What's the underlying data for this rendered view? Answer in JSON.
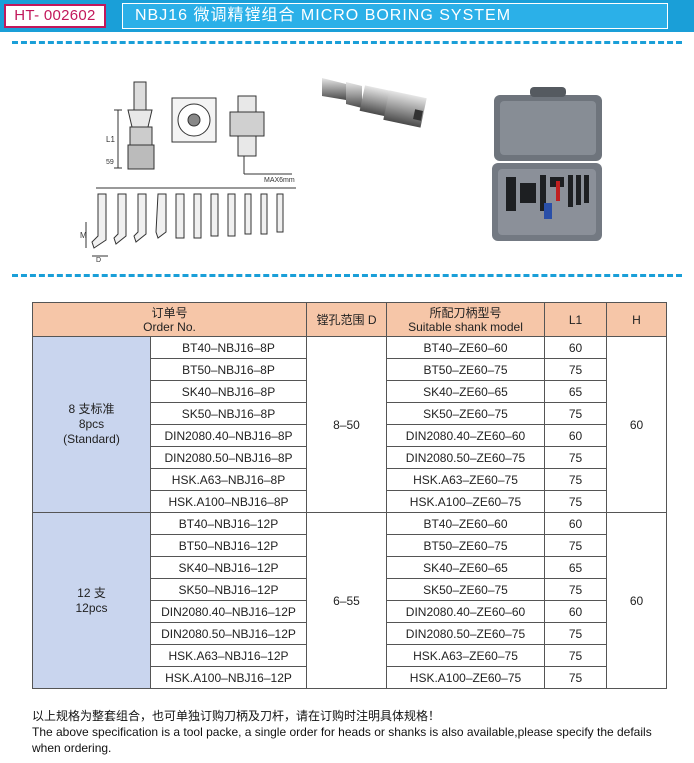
{
  "header": {
    "code": "HT- 002602",
    "title": "NBJ16 微调精镗组合  MICRO BORING SYSTEM"
  },
  "colors": {
    "accent": "#1a9fd8",
    "header_fill": "#f6c6a8",
    "group_fill": "#c9d5ee",
    "badge": "#c2185b"
  },
  "drawing": {
    "label_l1": "L1",
    "label_59": "59",
    "label_max": "MAX6mm",
    "label_m": "M",
    "label_d": "D"
  },
  "table": {
    "headers": {
      "order_cn": "订单号",
      "order_en": "Order No.",
      "range": "镗孔范围 D",
      "shank_cn": "所配刀柄型号",
      "shank_en": "Suitable shank model",
      "l1": "L1",
      "h": "H"
    },
    "groups": [
      {
        "label_cn": "8 支标准",
        "label_en1": "8pcs",
        "label_en2": "(Standard)",
        "range": "8–50",
        "h": "60",
        "rows": [
          {
            "order": "BT40–NBJ16–8P",
            "shank": "BT40–ZE60–60",
            "l1": "60"
          },
          {
            "order": "BT50–NBJ16–8P",
            "shank": "BT50–ZE60–75",
            "l1": "75"
          },
          {
            "order": "SK40–NBJ16–8P",
            "shank": "SK40–ZE60–65",
            "l1": "65"
          },
          {
            "order": "SK50–NBJ16–8P",
            "shank": "SK50–ZE60–75",
            "l1": "75"
          },
          {
            "order": "DIN2080.40–NBJ16–8P",
            "shank": "DIN2080.40–ZE60–60",
            "l1": "60"
          },
          {
            "order": "DIN2080.50–NBJ16–8P",
            "shank": "DIN2080.50–ZE60–75",
            "l1": "75"
          },
          {
            "order": "HSK.A63–NBJ16–8P",
            "shank": "HSK.A63–ZE60–75",
            "l1": "75"
          },
          {
            "order": "HSK.A100–NBJ16–8P",
            "shank": "HSK.A100–ZE60–75",
            "l1": "75"
          }
        ]
      },
      {
        "label_cn": "12 支",
        "label_en1": "12pcs",
        "label_en2": "",
        "range": "6–55",
        "h": "60",
        "rows": [
          {
            "order": "BT40–NBJ16–12P",
            "shank": "BT40–ZE60–60",
            "l1": "60"
          },
          {
            "order": "BT50–NBJ16–12P",
            "shank": "BT50–ZE60–75",
            "l1": "75"
          },
          {
            "order": "SK40–NBJ16–12P",
            "shank": "SK40–ZE60–65",
            "l1": "65"
          },
          {
            "order": "SK50–NBJ16–12P",
            "shank": "SK50–ZE60–75",
            "l1": "75"
          },
          {
            "order": "DIN2080.40–NBJ16–12P",
            "shank": "DIN2080.40–ZE60–60",
            "l1": "60"
          },
          {
            "order": "DIN2080.50–NBJ16–12P",
            "shank": "DIN2080.50–ZE60–75",
            "l1": "75"
          },
          {
            "order": "HSK.A63–NBJ16–12P",
            "shank": "HSK.A63–ZE60–75",
            "l1": "75"
          },
          {
            "order": "HSK.A100–NBJ16–12P",
            "shank": "HSK.A100–ZE60–75",
            "l1": "75"
          }
        ]
      }
    ]
  },
  "footnote": {
    "cn": "以上规格为整套组合，也可单独订购刀柄及刀杆，请在订购时注明具体规格！",
    "en": "The above specification is a tool packe, a single order for heads or shanks is also available,please specify the defails when ordering."
  }
}
